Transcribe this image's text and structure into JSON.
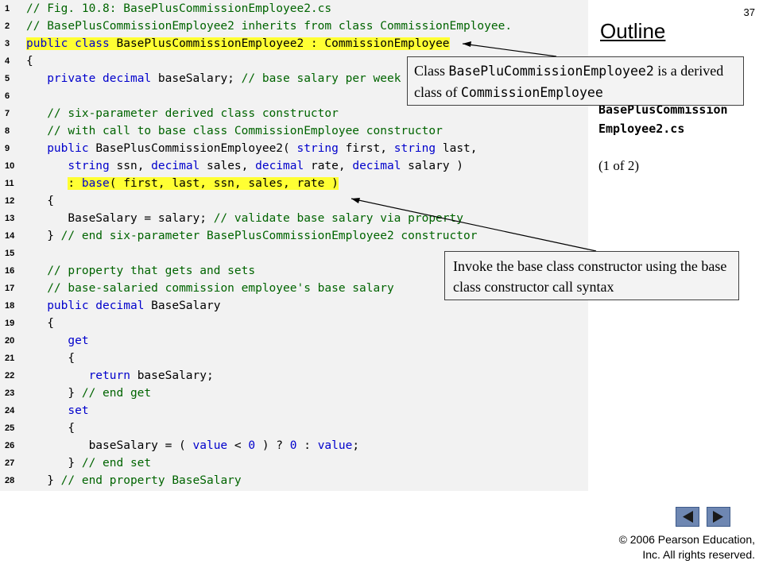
{
  "slide_number": "37",
  "sidebar": {
    "title": "Outline",
    "file_name_line1": "BasePlusCommission",
    "file_name_line2": "Employee2.cs",
    "page_indicator": "(1 of 2)"
  },
  "code_lines": [
    {
      "n": "1",
      "parts": [
        {
          "t": "// Fig. 10.8: BasePlusCommissionEmployee2.cs",
          "c": "cm"
        }
      ]
    },
    {
      "n": "2",
      "parts": [
        {
          "t": "// BasePlusCommissionEmployee2 inherits from class CommissionEmployee.",
          "c": "cm"
        }
      ]
    },
    {
      "n": "3",
      "parts": [
        {
          "t": "public class",
          "c": "kw hl"
        },
        {
          "t": " BasePlusCommissionEmployee2 : CommissionEmployee",
          "c": "hl"
        }
      ]
    },
    {
      "n": "4",
      "parts": [
        {
          "t": "{",
          "c": ""
        }
      ]
    },
    {
      "n": "5",
      "parts": [
        {
          "t": "   ",
          "c": ""
        },
        {
          "t": "private decimal",
          "c": "kw"
        },
        {
          "t": " baseSalary; ",
          "c": ""
        },
        {
          "t": "// base salary per week",
          "c": "cm"
        }
      ]
    },
    {
      "n": "6",
      "parts": []
    },
    {
      "n": "7",
      "parts": [
        {
          "t": "   ",
          "c": ""
        },
        {
          "t": "// six-parameter derived class constructor",
          "c": "cm"
        }
      ]
    },
    {
      "n": "8",
      "parts": [
        {
          "t": "   ",
          "c": ""
        },
        {
          "t": "// with call to base class CommissionEmployee constructor",
          "c": "cm"
        }
      ]
    },
    {
      "n": "9",
      "parts": [
        {
          "t": "   ",
          "c": ""
        },
        {
          "t": "public",
          "c": "kw"
        },
        {
          "t": " BasePlusCommissionEmployee2( ",
          "c": ""
        },
        {
          "t": "string",
          "c": "kw"
        },
        {
          "t": " first, ",
          "c": ""
        },
        {
          "t": "string",
          "c": "kw"
        },
        {
          "t": " last,",
          "c": ""
        }
      ]
    },
    {
      "n": "10",
      "parts": [
        {
          "t": "      ",
          "c": ""
        },
        {
          "t": "string",
          "c": "kw"
        },
        {
          "t": " ssn, ",
          "c": ""
        },
        {
          "t": "decimal",
          "c": "kw"
        },
        {
          "t": " sales, ",
          "c": ""
        },
        {
          "t": "decimal",
          "c": "kw"
        },
        {
          "t": " rate, ",
          "c": ""
        },
        {
          "t": "decimal",
          "c": "kw"
        },
        {
          "t": " salary )",
          "c": ""
        }
      ]
    },
    {
      "n": "11",
      "parts": [
        {
          "t": "      ",
          "c": ""
        },
        {
          "t": ": ",
          "c": "hl"
        },
        {
          "t": "base",
          "c": "kw hl"
        },
        {
          "t": "( first, last, ssn, sales, rate )",
          "c": "hl"
        }
      ]
    },
    {
      "n": "12",
      "parts": [
        {
          "t": "   {",
          "c": ""
        }
      ]
    },
    {
      "n": "13",
      "parts": [
        {
          "t": "      BaseSalary = salary; ",
          "c": ""
        },
        {
          "t": "// validate base salary via property",
          "c": "cm"
        }
      ]
    },
    {
      "n": "14",
      "parts": [
        {
          "t": "   } ",
          "c": ""
        },
        {
          "t": "// end six-parameter BasePlusCommissionEmployee2 constructor",
          "c": "cm"
        }
      ]
    },
    {
      "n": "15",
      "parts": []
    },
    {
      "n": "16",
      "parts": [
        {
          "t": "   ",
          "c": ""
        },
        {
          "t": "// property that gets and sets",
          "c": "cm"
        }
      ]
    },
    {
      "n": "17",
      "parts": [
        {
          "t": "   ",
          "c": ""
        },
        {
          "t": "// base-salaried commission employee's base salary",
          "c": "cm"
        }
      ]
    },
    {
      "n": "18",
      "parts": [
        {
          "t": "   ",
          "c": ""
        },
        {
          "t": "public decimal",
          "c": "kw"
        },
        {
          "t": " BaseSalary",
          "c": ""
        }
      ]
    },
    {
      "n": "19",
      "parts": [
        {
          "t": "   {",
          "c": ""
        }
      ]
    },
    {
      "n": "20",
      "parts": [
        {
          "t": "      ",
          "c": ""
        },
        {
          "t": "get",
          "c": "kw"
        }
      ]
    },
    {
      "n": "21",
      "parts": [
        {
          "t": "      {",
          "c": ""
        }
      ]
    },
    {
      "n": "22",
      "parts": [
        {
          "t": "         ",
          "c": ""
        },
        {
          "t": "return",
          "c": "kw"
        },
        {
          "t": " baseSalary;",
          "c": ""
        }
      ]
    },
    {
      "n": "23",
      "parts": [
        {
          "t": "      } ",
          "c": ""
        },
        {
          "t": "// end get",
          "c": "cm"
        }
      ]
    },
    {
      "n": "24",
      "parts": [
        {
          "t": "      ",
          "c": ""
        },
        {
          "t": "set",
          "c": "kw"
        }
      ]
    },
    {
      "n": "25",
      "parts": [
        {
          "t": "      {",
          "c": ""
        }
      ]
    },
    {
      "n": "26",
      "parts": [
        {
          "t": "         baseSalary = ( ",
          "c": ""
        },
        {
          "t": "value",
          "c": "kw"
        },
        {
          "t": " < ",
          "c": ""
        },
        {
          "t": "0",
          "c": "kw"
        },
        {
          "t": " ) ? ",
          "c": ""
        },
        {
          "t": "0",
          "c": "kw"
        },
        {
          "t": " : ",
          "c": ""
        },
        {
          "t": "value",
          "c": "kw"
        },
        {
          "t": ";",
          "c": ""
        }
      ]
    },
    {
      "n": "27",
      "parts": [
        {
          "t": "      } ",
          "c": ""
        },
        {
          "t": "// end set",
          "c": "cm"
        }
      ]
    },
    {
      "n": "28",
      "parts": [
        {
          "t": "   } ",
          "c": ""
        },
        {
          "t": "// end property BaseSalary",
          "c": "cm"
        }
      ]
    }
  ],
  "callouts": {
    "class_derived": {
      "text_1": "Class ",
      "code_1": "BasePluCommissionEmployee2",
      "text_2": " is a derived class of ",
      "code_2": "CommissionEmployee"
    },
    "base_constructor": {
      "text": "Invoke the base class constructor using the base class constructor call syntax"
    }
  },
  "navigation": {
    "prev_icon": "triangle-left-icon",
    "next_icon": "triangle-right-icon"
  },
  "copyright": {
    "line1": "© 2006 Pearson Education,",
    "line2": "Inc.  All rights reserved."
  },
  "colors": {
    "code_background": "#f2f2f2",
    "keyword": "#0000cc",
    "comment": "#006400",
    "highlight": "#ffff33",
    "nav_button": "#6e87b2"
  }
}
